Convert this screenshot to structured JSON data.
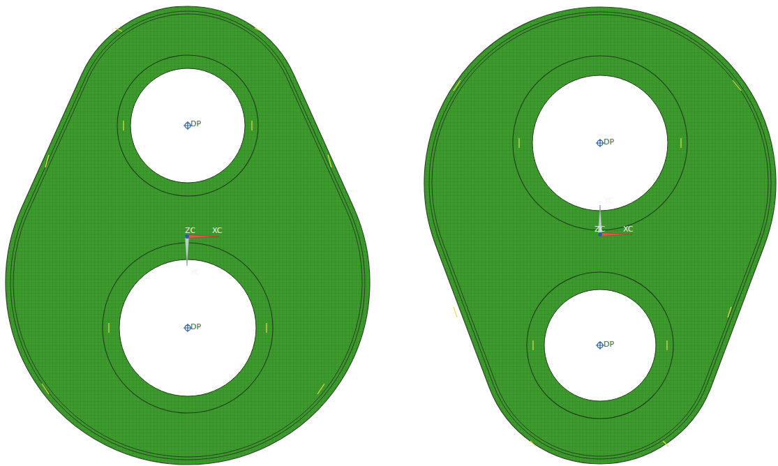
{
  "diagram": {
    "labels": [
      "DP",
      "ZC",
      "XC",
      "YC",
      "DP",
      "DP",
      "YC",
      "ZC",
      "XC",
      "DP"
    ]
  }
}
